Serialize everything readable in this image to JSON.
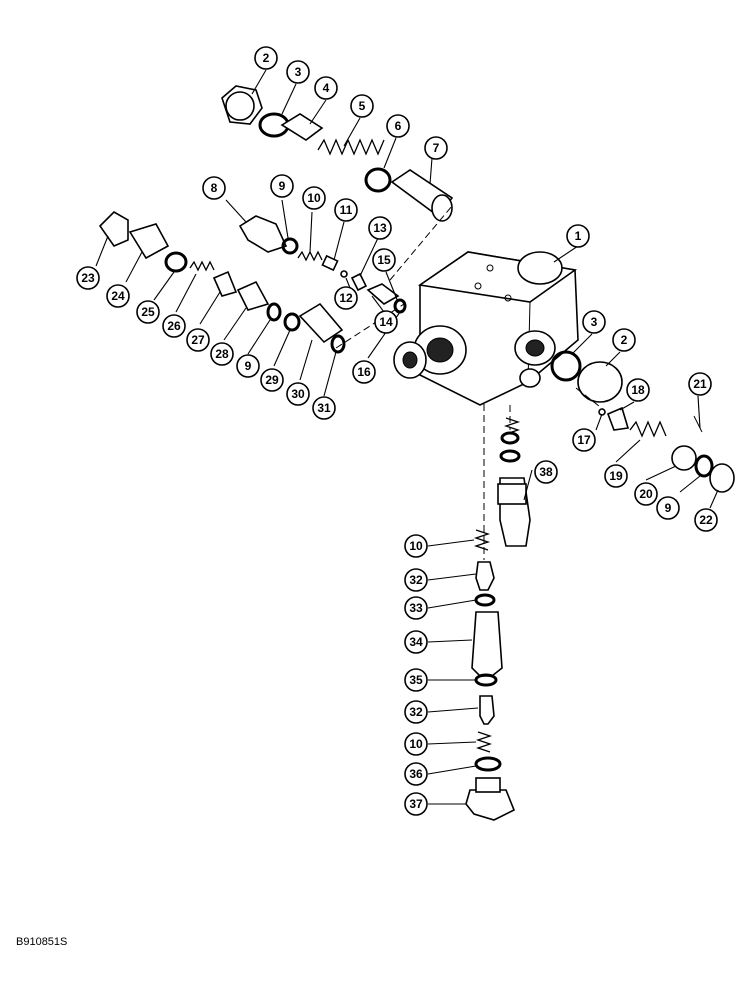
{
  "figure": {
    "reference_code": "B910851S"
  },
  "callouts": [
    {
      "id": "c1",
      "label": "1"
    },
    {
      "id": "c2a",
      "label": "2"
    },
    {
      "id": "c2b",
      "label": "2"
    },
    {
      "id": "c3a",
      "label": "3"
    },
    {
      "id": "c3b",
      "label": "3"
    },
    {
      "id": "c4",
      "label": "4"
    },
    {
      "id": "c5",
      "label": "5"
    },
    {
      "id": "c6",
      "label": "6"
    },
    {
      "id": "c7",
      "label": "7"
    },
    {
      "id": "c8",
      "label": "8"
    },
    {
      "id": "c9a",
      "label": "9"
    },
    {
      "id": "c9b",
      "label": "9"
    },
    {
      "id": "c9c",
      "label": "9"
    },
    {
      "id": "c10a",
      "label": "10"
    },
    {
      "id": "c10b",
      "label": "10"
    },
    {
      "id": "c10c",
      "label": "10"
    },
    {
      "id": "c11",
      "label": "11"
    },
    {
      "id": "c12",
      "label": "12"
    },
    {
      "id": "c13",
      "label": "13"
    },
    {
      "id": "c14",
      "label": "14"
    },
    {
      "id": "c15",
      "label": "15"
    },
    {
      "id": "c16",
      "label": "16"
    },
    {
      "id": "c17",
      "label": "17"
    },
    {
      "id": "c18",
      "label": "18"
    },
    {
      "id": "c19",
      "label": "19"
    },
    {
      "id": "c20",
      "label": "20"
    },
    {
      "id": "c21",
      "label": "21"
    },
    {
      "id": "c22",
      "label": "22"
    },
    {
      "id": "c23",
      "label": "23"
    },
    {
      "id": "c24",
      "label": "24"
    },
    {
      "id": "c25",
      "label": "25"
    },
    {
      "id": "c26",
      "label": "26"
    },
    {
      "id": "c27",
      "label": "27"
    },
    {
      "id": "c28",
      "label": "28"
    },
    {
      "id": "c29",
      "label": "29"
    },
    {
      "id": "c30",
      "label": "30"
    },
    {
      "id": "c31",
      "label": "31"
    },
    {
      "id": "c32a",
      "label": "32"
    },
    {
      "id": "c32b",
      "label": "32"
    },
    {
      "id": "c33",
      "label": "33"
    },
    {
      "id": "c34",
      "label": "34"
    },
    {
      "id": "c35",
      "label": "35"
    },
    {
      "id": "c36",
      "label": "36"
    },
    {
      "id": "c37",
      "label": "37"
    },
    {
      "id": "c38",
      "label": "38"
    }
  ]
}
